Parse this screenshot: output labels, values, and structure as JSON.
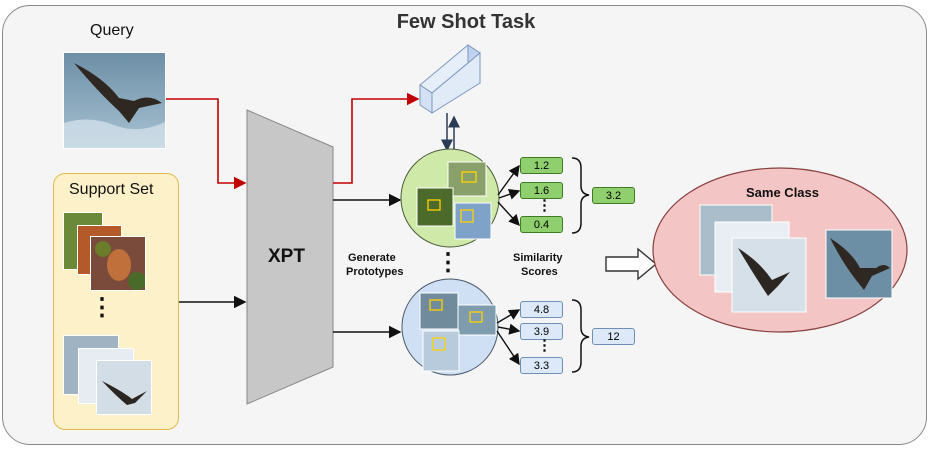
{
  "title": "Few Shot Task",
  "query_label": "Query",
  "support_label": "Support Set",
  "model_label": "XPT",
  "generate_label_line1": "Generate",
  "generate_label_line2": "Prototypes",
  "similarity_label_line1": "Similarity",
  "similarity_label_line2": "Scores",
  "same_class_label": "Same Class",
  "ellipsis": "⋮",
  "green_scores": [
    "1.2",
    "1.6",
    "0.4"
  ],
  "green_sum": "3.2",
  "blue_scores": [
    "4.8",
    "3.9",
    "3.3"
  ],
  "blue_sum": "12",
  "colors": {
    "query_arrow": "#c00000",
    "green_circle": "#cfe9a8",
    "blue_circle": "#cfe0f5",
    "same_class": "#f3c5c5",
    "support_box": "#fdf1c9"
  }
}
